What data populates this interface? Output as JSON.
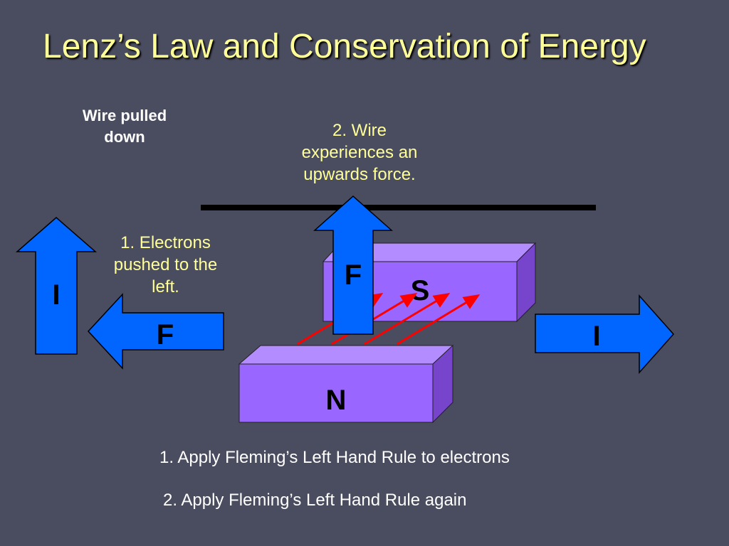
{
  "title": "Lenz’s Law and Conservation of Energy",
  "wire_caption": "Wire pulled down",
  "step1_label": "1. Electrons pushed to the left.",
  "step2_label": "2. Wire experiences an upwards force.",
  "arrow_labels": {
    "current_left": "I",
    "force_left": "F",
    "force_up": "F",
    "current_right": "I"
  },
  "magnets": {
    "south": "S",
    "north": "N"
  },
  "notes": [
    "1. Apply Fleming’s Left Hand Rule to electrons",
    "2. Apply Fleming’s Left Hand Rule again"
  ],
  "colors": {
    "background": "#4a4c5f",
    "title": "#ffff99",
    "arrow_fill": "#0066ff",
    "magnet_front": "#9966ff",
    "magnet_side": "#7744cc",
    "field_lines": "#ff0000",
    "wire": "#000000"
  }
}
